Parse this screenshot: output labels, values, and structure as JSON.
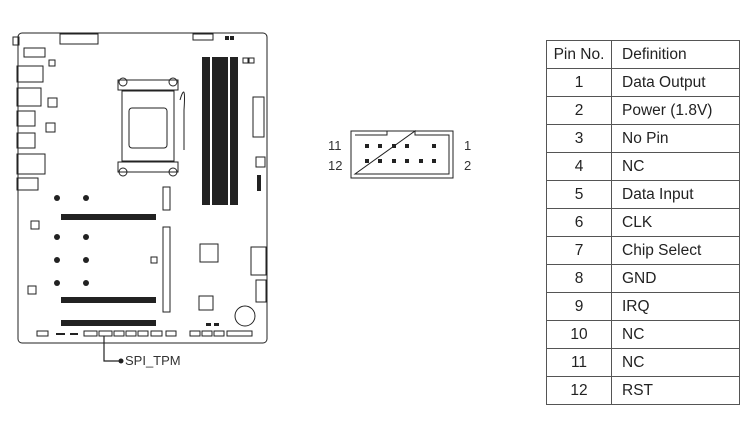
{
  "board": {
    "callout_label": "SPI_TPM"
  },
  "connector": {
    "label_top_left": "11",
    "label_bottom_left": "12",
    "label_top_right": "1",
    "label_bottom_right": "2"
  },
  "table": {
    "headers": [
      "Pin No.",
      "Definition"
    ],
    "rows": [
      {
        "pin": "1",
        "definition": "Data Output"
      },
      {
        "pin": "2",
        "definition": "Power (1.8V)"
      },
      {
        "pin": "3",
        "definition": "No Pin"
      },
      {
        "pin": "4",
        "definition": "NC"
      },
      {
        "pin": "5",
        "definition": "Data Input"
      },
      {
        "pin": "6",
        "definition": "CLK"
      },
      {
        "pin": "7",
        "definition": "Chip Select"
      },
      {
        "pin": "8",
        "definition": "GND"
      },
      {
        "pin": "9",
        "definition": "IRQ"
      },
      {
        "pin": "10",
        "definition": "NC"
      },
      {
        "pin": "11",
        "definition": "NC"
      },
      {
        "pin": "12",
        "definition": "RST"
      }
    ]
  }
}
